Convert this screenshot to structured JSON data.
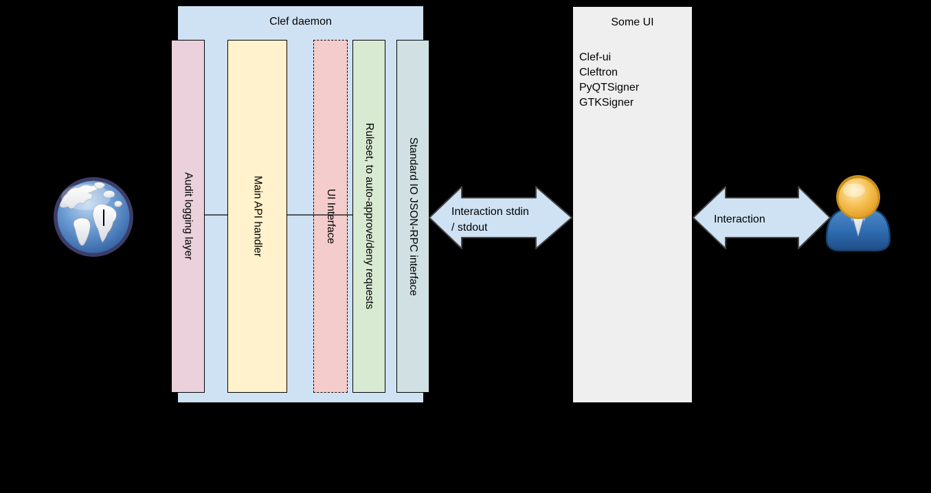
{
  "diagram": {
    "background_color": "#000000",
    "clef_daemon": {
      "title": "Clef daemon",
      "fill": "#cfe2f3",
      "bars": [
        {
          "label": "Audit logging layer",
          "fill": "#ead1dc",
          "border": "solid"
        },
        {
          "label": "Main API handler",
          "fill": "#fff2cc",
          "border": "solid"
        },
        {
          "label": "UI Interface",
          "fill": "#f4cccc",
          "border": "dashed"
        },
        {
          "label": "Ruleset, to auto-approve/deny requests",
          "fill": "#d9ead3",
          "border": "solid"
        },
        {
          "label": "Standard IO JSON-RPC interface",
          "fill": "#d0e0e3",
          "border": "solid"
        }
      ]
    },
    "some_ui": {
      "title": "Some UI",
      "fill": "#efefef",
      "items": [
        "Clef-ui",
        "Cleftron",
        "PyQTSigner",
        "GTKSigner"
      ]
    },
    "arrows": {
      "fill": "#cfe2f3",
      "stroke": "#444444",
      "daemon_to_ui": {
        "line1": "Interaction stdin",
        "line2": "/ stdout"
      },
      "ui_to_user": {
        "label": "Interaction"
      }
    },
    "icons": {
      "left": "globe-icon",
      "right": "person-icon"
    }
  }
}
